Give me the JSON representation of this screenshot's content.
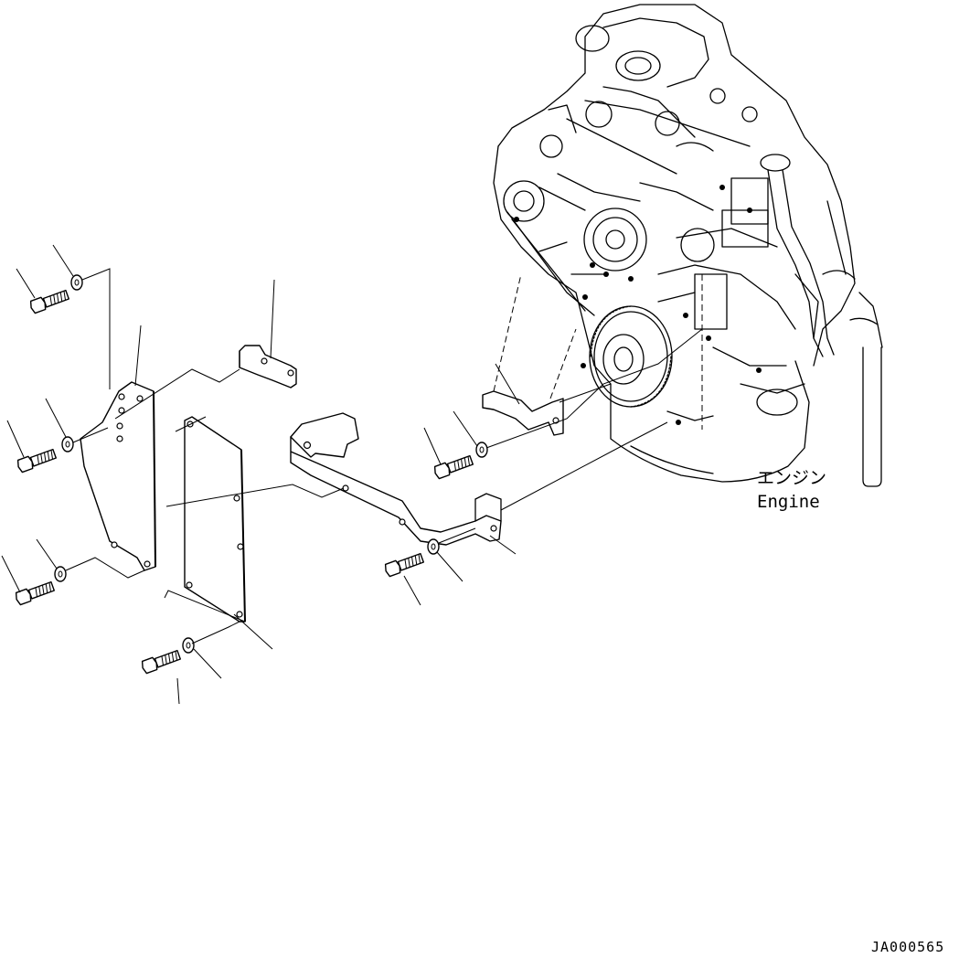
{
  "labels": {
    "engine_jp": "エンジン",
    "engine_en": "Engine",
    "drawing_code": "JA000565"
  }
}
